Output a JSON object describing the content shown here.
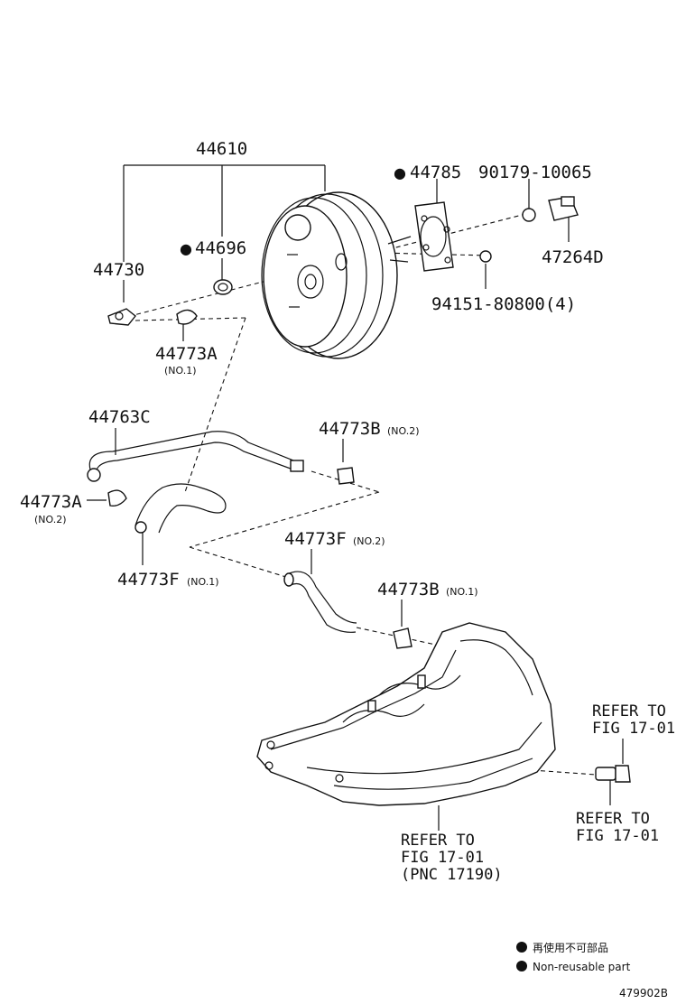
{
  "labels": {
    "p44610": "44610",
    "p44785": "44785",
    "p90179": "90179-10065",
    "p44696": "44696",
    "p44730": "44730",
    "p47264D": "47264D",
    "p94151": "94151-80800(4)",
    "p44773A_1": "44773A",
    "p44773A_1_sub": "(NO.1)",
    "p44763C": "44763C",
    "p44773B_2": "44773B",
    "p44773B_2_sub": "(NO.2)",
    "p44773A_2": "44773A",
    "p44773A_2_sub": "(NO.2)",
    "p44773F_1": "44773F",
    "p44773F_1_sub": "(NO.1)",
    "p44773F_2": "44773F",
    "p44773F_2_sub": "(NO.2)",
    "p44773B_1": "44773B",
    "p44773B_1_sub": "(NO.1)"
  },
  "references": {
    "ref_a_line1": "REFER TO",
    "ref_a_line2": "FIG 17-01",
    "ref_b_line1": "REFER TO",
    "ref_b_line2": "FIG 17-01",
    "ref_c_line1": "REFER TO",
    "ref_c_line2": "FIG 17-01",
    "ref_c_line3": "(PNC 17190)"
  },
  "legend": {
    "jp": "再使用不可部品",
    "en": "Non-reusable part"
  },
  "figure_id": "479902B",
  "marker_symbol": "●"
}
